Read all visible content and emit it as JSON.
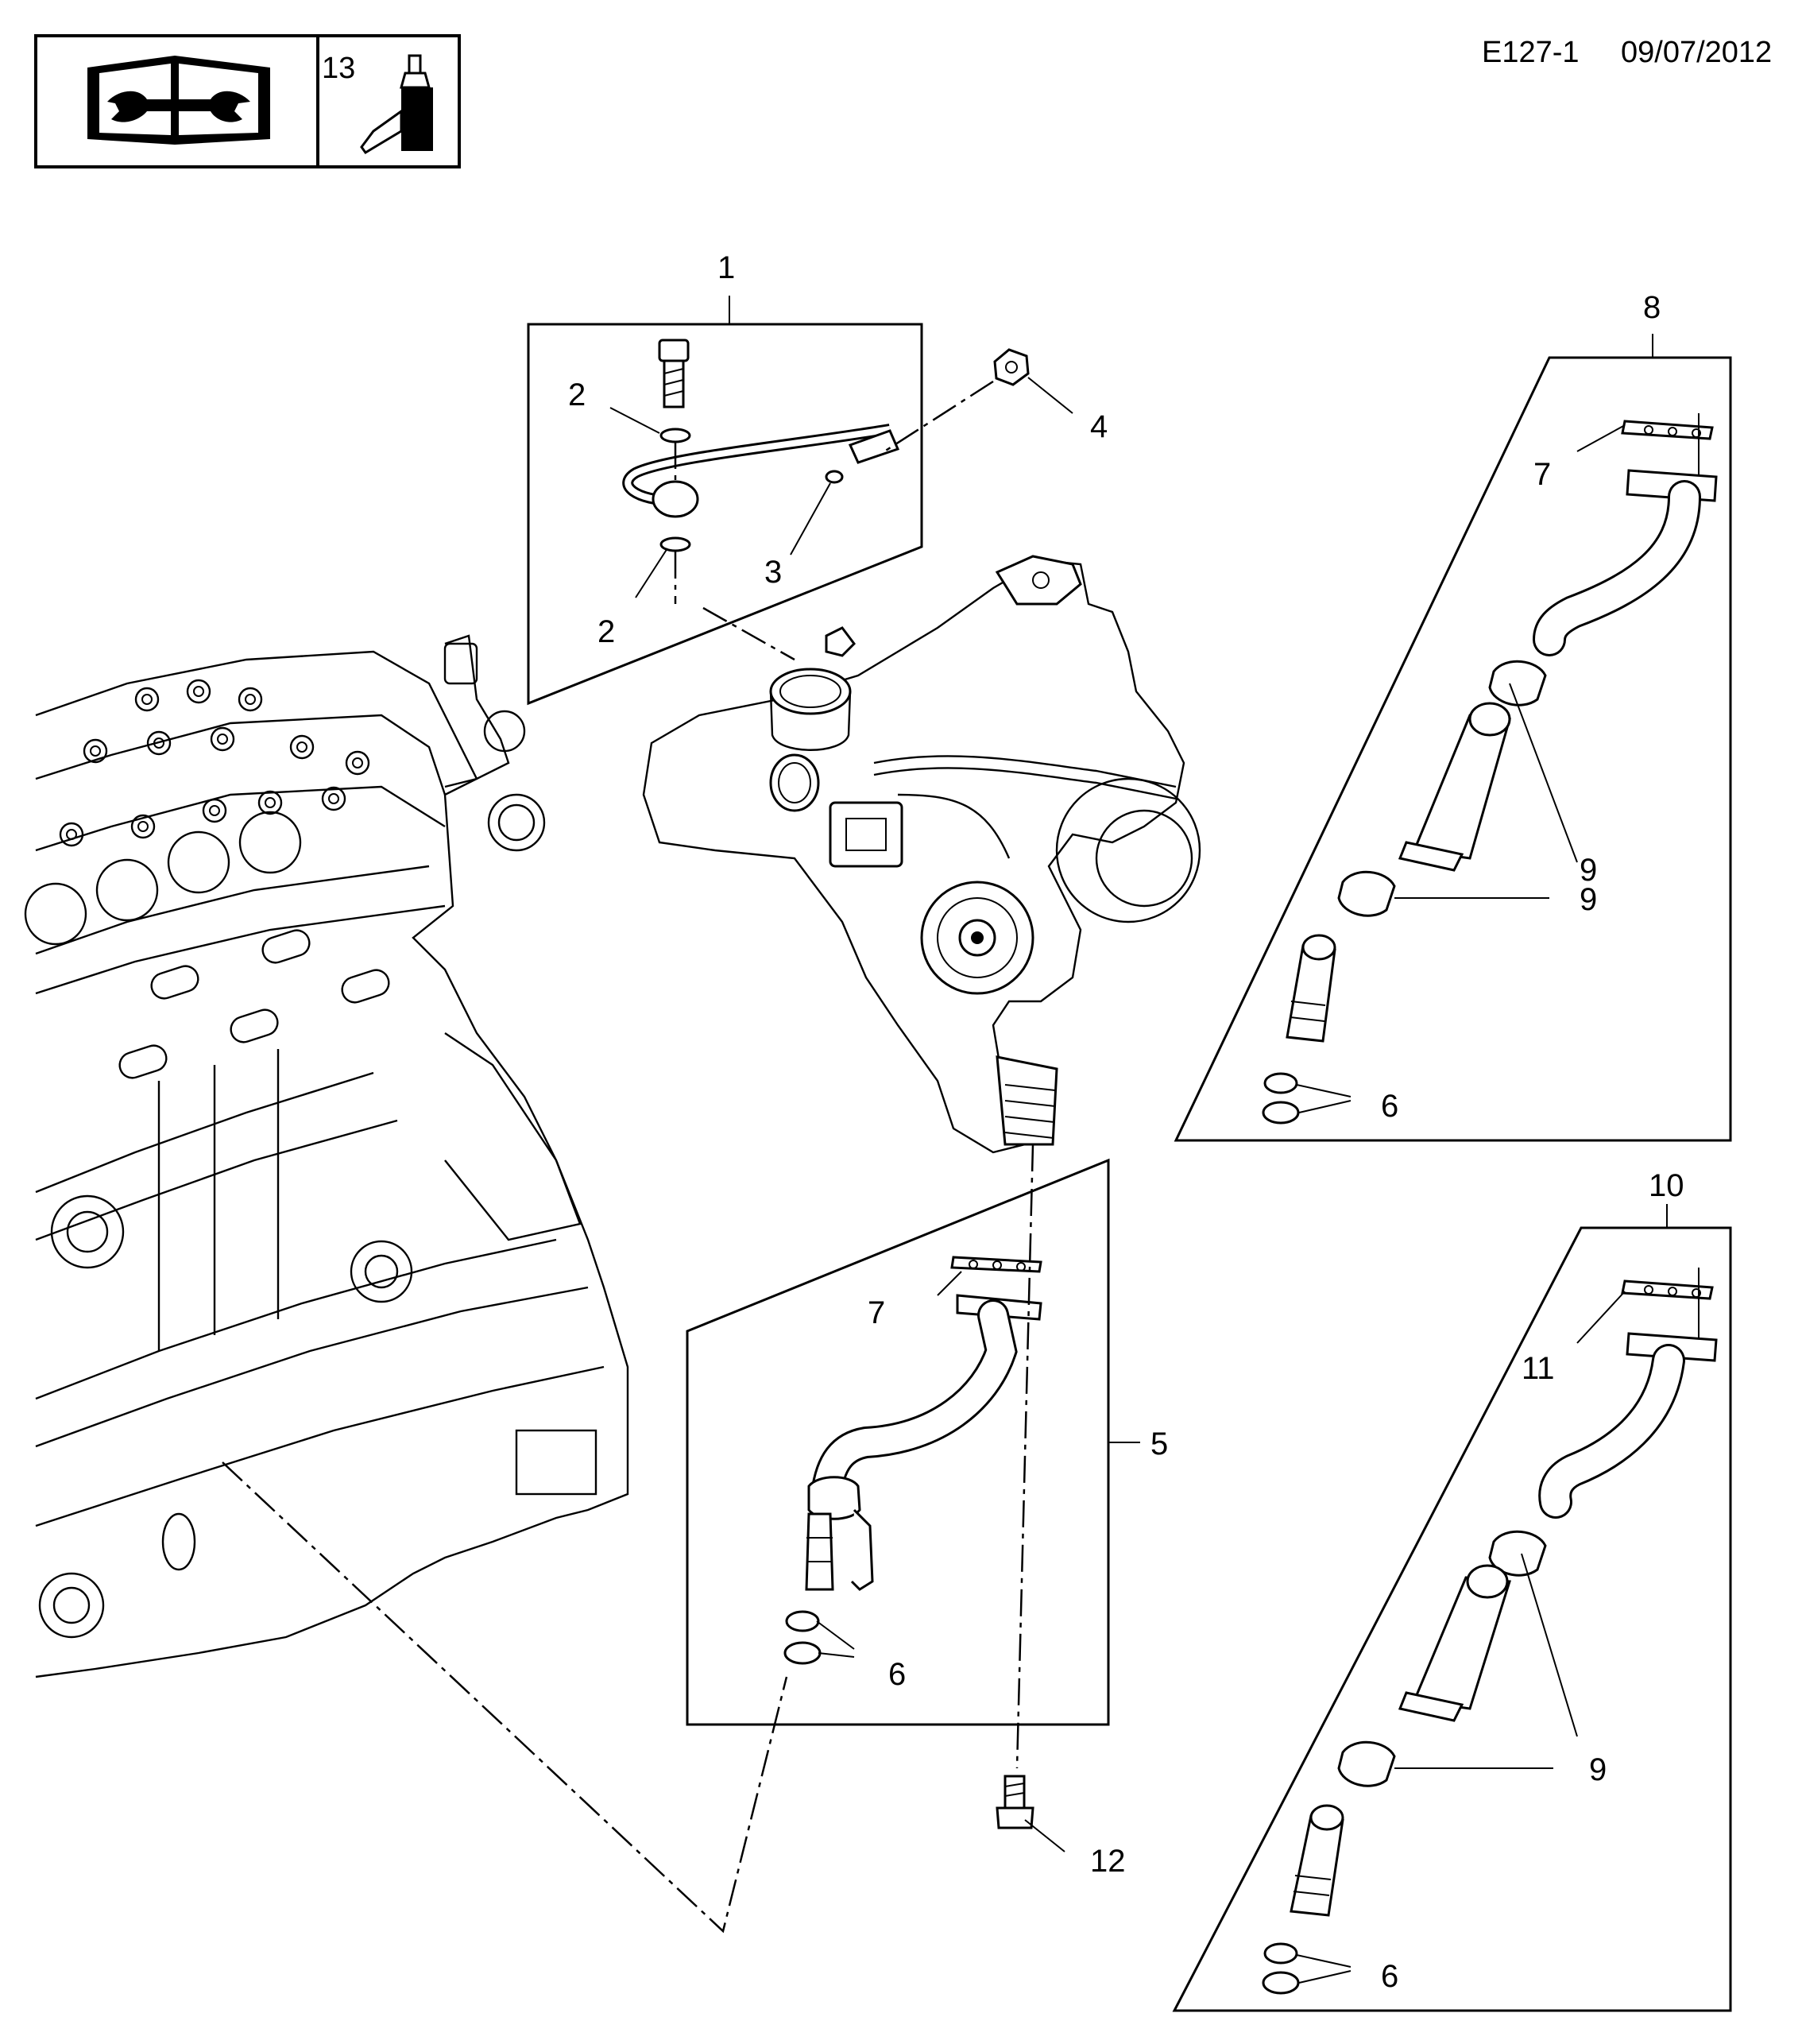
{
  "header": {
    "doc_code": "E127-1",
    "date": "09/07/2012",
    "icon_box_number": "13",
    "book_icon": "repair-manual-icon",
    "bottle_icon": "sealant-bottle-icon"
  },
  "callouts": {
    "c1": "1",
    "c2a": "2",
    "c2b": "2",
    "c3": "3",
    "c4": "4",
    "c5": "5",
    "c6a": "6",
    "c6b": "6",
    "c6c": "6",
    "c7a": "7",
    "c7b": "7",
    "c8": "8",
    "c9a": "9",
    "c9b": "9",
    "c9c": "9",
    "c10": "10",
    "c11": "11",
    "c12": "12"
  }
}
